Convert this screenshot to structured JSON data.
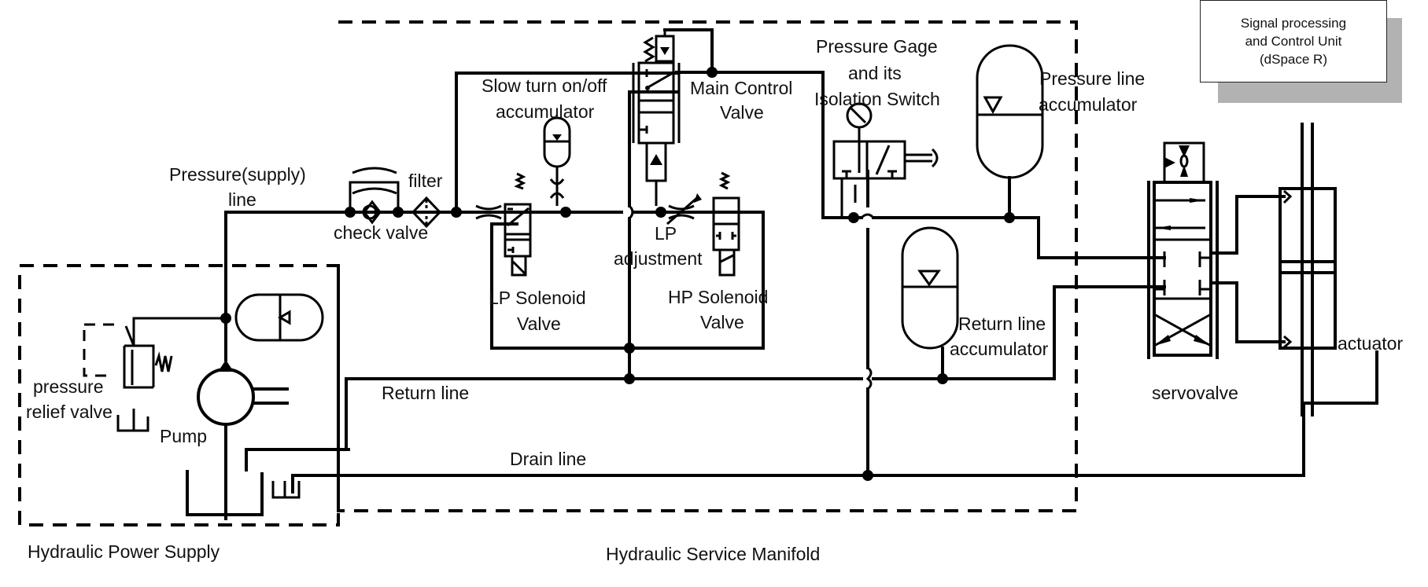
{
  "diagram": {
    "title": "Hydraulic system schematic",
    "regions": {
      "power_supply": "Hydraulic Power Supply",
      "service_manifold": "Hydraulic Service Manifold"
    },
    "control_unit": {
      "line1": "Signal processing",
      "line2": "and Control Unit",
      "line3": "(dSpace R)"
    },
    "labels": {
      "pressure_supply_line_1": "Pressure(supply)",
      "pressure_supply_line_2": "line",
      "check_valve": "check valve",
      "filter": "filter",
      "slow_turn_1": "Slow turn on/off",
      "slow_turn_2": "accumulator",
      "main_control_1": "Main Control",
      "main_control_2": "Valve",
      "gage_1": "Pressure Gage",
      "gage_2": "and its",
      "gage_3": "Isolation Switch",
      "pressure_acc_1": "Pressure line",
      "pressure_acc_2": "accumulator",
      "lp_adj_1": "LP",
      "lp_adj_2": "adjustment",
      "lp_sol_1": "LP Solenoid",
      "lp_sol_2": "Valve",
      "hp_sol_1": "HP Solenoid",
      "hp_sol_2": "Valve",
      "return_acc_1": "Return line",
      "return_acc_2": "accumulator",
      "return_line": "Return line",
      "drain_line": "Drain line",
      "relief_1": "pressure",
      "relief_2": "relief valve",
      "pump": "Pump",
      "servovalve": "servovalve",
      "actuator": "actuator"
    },
    "components": [
      "pressure-relief-valve",
      "pump",
      "supply-accumulator",
      "check-valve",
      "filter",
      "slow-turn-accumulator",
      "main-control-valve",
      "lp-solenoid-valve",
      "lp-adjustment-throttle",
      "hp-solenoid-valve",
      "pressure-gage",
      "isolation-switch",
      "pressure-line-accumulator",
      "return-line-accumulator",
      "servovalve",
      "actuator",
      "tank",
      "control-unit"
    ]
  }
}
